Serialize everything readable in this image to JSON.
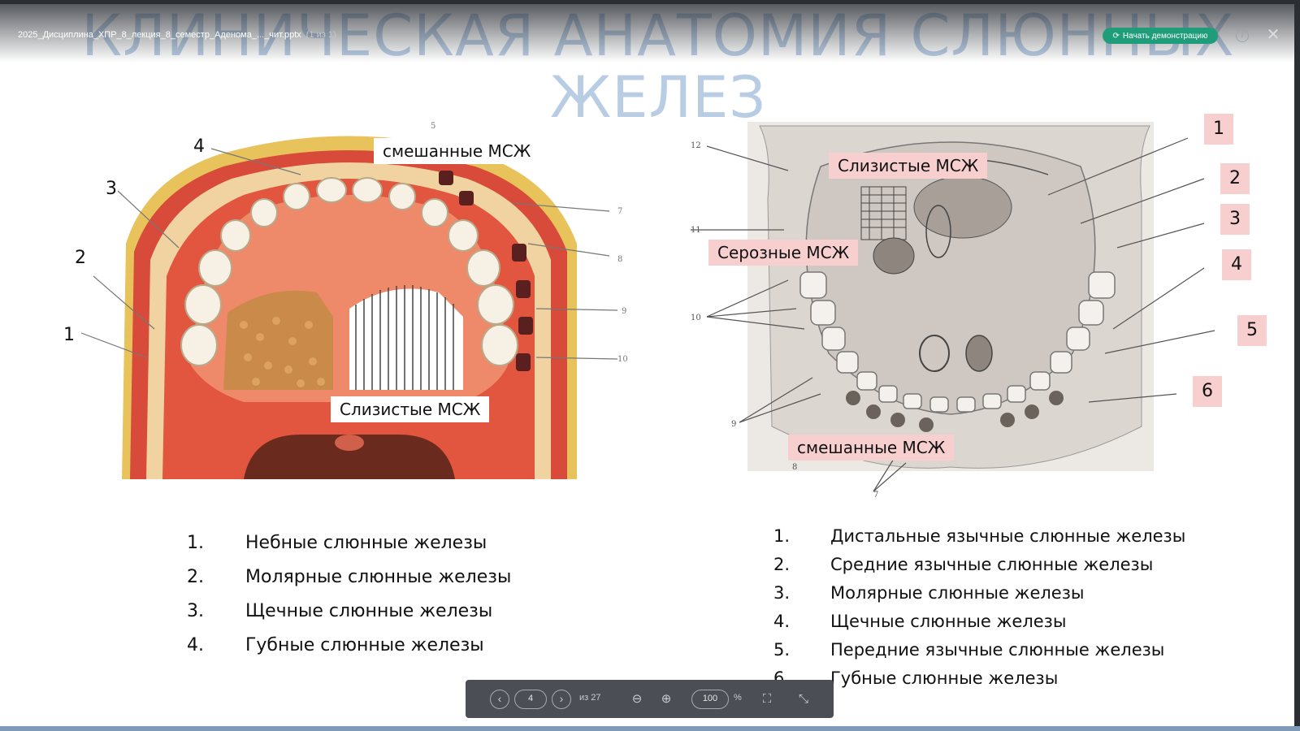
{
  "window": {
    "filename": "2025_Дисциплина_ХПР_8_лекция_8_семестр_Аденома_..._чит.pptx",
    "page_info": "(1 из 1)",
    "present_label": "Начать демонстрацию"
  },
  "slide": {
    "title": "КЛИНИЧЕСКАЯ АНАТОМИЯ СЛЮННЫХ ЖЕЛЕЗ",
    "left_figure": {
      "callouts": [
        "смешанные МСЖ",
        "Слизистые МСЖ"
      ],
      "numbers": [
        "4",
        "3",
        "2",
        "1"
      ]
    },
    "right_figure": {
      "callouts": [
        "Слизистые МСЖ",
        "Серозные МСЖ",
        "смешанные МСЖ"
      ],
      "numbers": [
        "1",
        "2",
        "3",
        "4",
        "5",
        "6"
      ]
    },
    "left_legend": [
      {
        "n": "1.",
        "text": "Небные слюнные железы"
      },
      {
        "n": "2.",
        "text": "Молярные слюнные железы"
      },
      {
        "n": "3.",
        "text": "Щечные слюнные железы"
      },
      {
        "n": "4.",
        "text": "Губные слюнные железы"
      }
    ],
    "right_legend": [
      {
        "n": "1.",
        "text": "Дистальные язычные  слюнные железы"
      },
      {
        "n": "2.",
        "text": "Средние язычные слюнные железы"
      },
      {
        "n": "3.",
        "text": "Молярные слюнные железы"
      },
      {
        "n": "4.",
        "text": "Щечные слюнные железы"
      },
      {
        "n": "5.",
        "text": "Передние язычные слюнные железы"
      },
      {
        "n": "6.",
        "text": " Губные слюнные железы"
      }
    ]
  },
  "toolbar": {
    "page_value": "4",
    "total_label": "из 27",
    "zoom_value": "100",
    "zoom_unit": "%"
  },
  "colors": {
    "present_button": "#1f9d7a",
    "callout_pink": "#f7cfcf",
    "title": "#b8cde4"
  }
}
